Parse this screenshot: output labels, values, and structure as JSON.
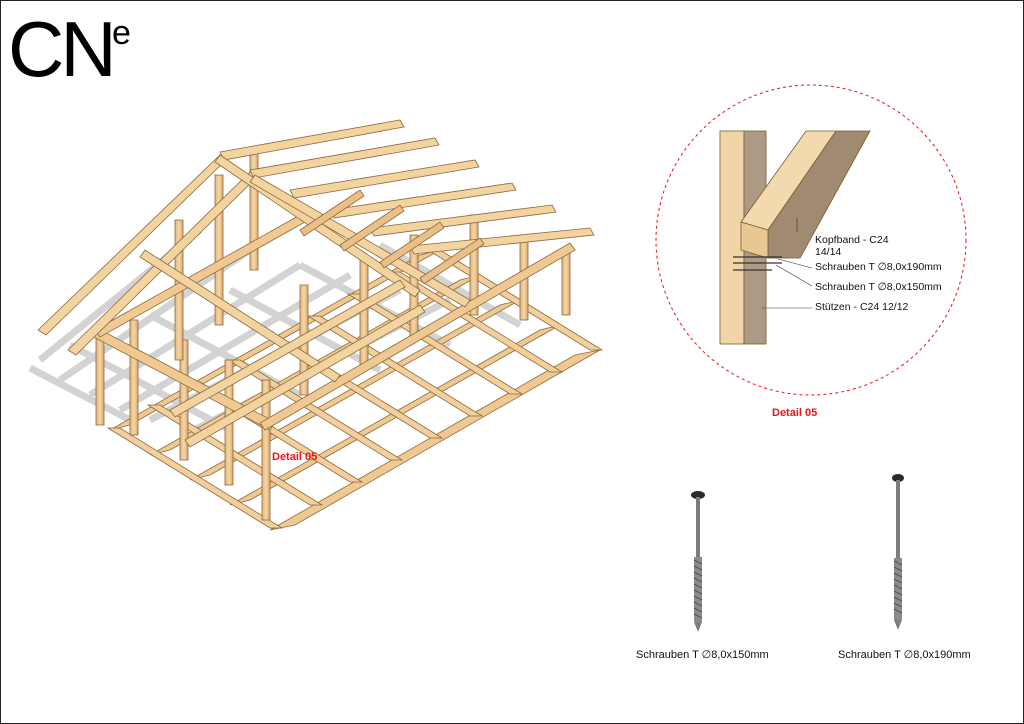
{
  "logo": {
    "main": "CN",
    "superscript": "e"
  },
  "overview": {
    "detail_marker": "Detail 05"
  },
  "detail": {
    "title": "Detail 05",
    "callouts": {
      "kopfband_line1": "Kopfband - C24",
      "kopfband_line2": "14/14",
      "schrauben_190": "Schrauben T ∅8,0x190mm",
      "schrauben_150": "Schrauben T ∅8,0x150mm",
      "stuetzen": "Stützen - C24 12/12"
    }
  },
  "screws": [
    {
      "caption": "Schrauben T ∅8,0x150mm"
    },
    {
      "caption": "Schrauben T ∅8,0x190mm"
    }
  ],
  "colors": {
    "wood": "#efc991",
    "wood_dark": "#c9a068",
    "wood_edge": "#8a6a3c",
    "accent_red": "#e8141b",
    "shadow": "#c8c8c8"
  }
}
